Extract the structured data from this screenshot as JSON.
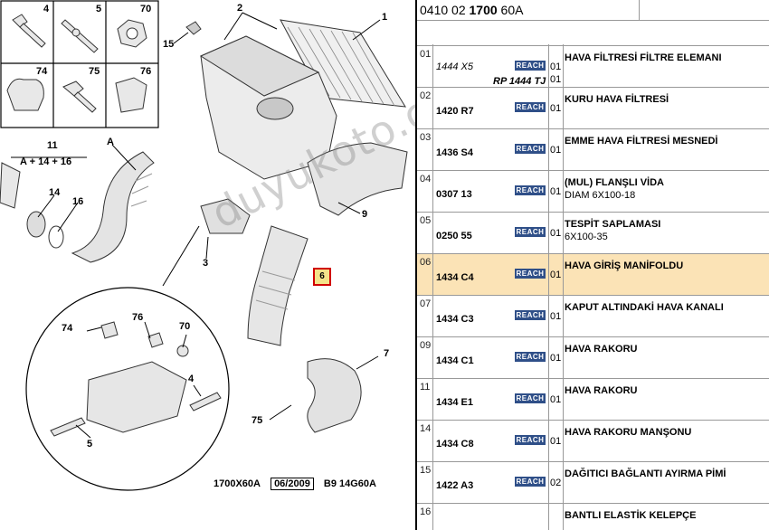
{
  "part_header": {
    "prefix": "0410 02 ",
    "bold": "1700",
    "suffix": " 60A"
  },
  "diagram": {
    "thumbnails": [
      "4",
      "5",
      "70",
      "74",
      "75",
      "76"
    ],
    "callouts": {
      "c1": "1",
      "c2": "2",
      "c3": "3",
      "c4": "4",
      "c5": "5",
      "c7": "7",
      "c9": "9",
      "c11": "11",
      "c11_formula": "A + 14 + 16",
      "c14": "14",
      "c15": "15",
      "c16": "16",
      "cA": "A",
      "c70": "70",
      "c74": "74",
      "c75": "75",
      "c76": "76",
      "hot6": "6"
    },
    "footer": {
      "ref": "1700X60A",
      "date": "06/2009",
      "code": "B9  14G60A"
    },
    "watermark": "duyukoto.com"
  },
  "reach_label": "REACH",
  "rows": [
    {
      "idx": "01",
      "ref": "1444 X5",
      "ref_italic": true,
      "ref2": "RP 1444 TJ",
      "qty": "01",
      "qty2": "01",
      "desc": "HAVA FİLTRESİ FİLTRE ELEMANI",
      "sub": ""
    },
    {
      "idx": "02",
      "ref": "1420 R7",
      "qty": "01",
      "desc": "KURU HAVA FİLTRESİ",
      "sub": ""
    },
    {
      "idx": "03",
      "ref": "1436 S4",
      "qty": "01",
      "desc": "EMME HAVA FİLTRESİ MESNEDİ",
      "sub": ""
    },
    {
      "idx": "04",
      "ref": "0307 13",
      "qty": "01",
      "desc": "(MUL) FLANŞLI VİDA",
      "sub": "DIAM 6X100-18"
    },
    {
      "idx": "05",
      "ref": "0250 55",
      "qty": "01",
      "desc": "TESPİT SAPLAMASI",
      "sub": "6X100-35"
    },
    {
      "idx": "06",
      "ref": "1434 C4",
      "qty": "01",
      "desc": "HAVA GİRİŞ MANİFOLDU",
      "sub": "",
      "selected": true
    },
    {
      "idx": "07",
      "ref": "1434 C3",
      "qty": "01",
      "desc": "KAPUT ALTINDAKİ HAVA KANALI",
      "sub": ""
    },
    {
      "idx": "09",
      "ref": "1434 C1",
      "qty": "01",
      "desc": "HAVA RAKORU",
      "sub": ""
    },
    {
      "idx": "11",
      "ref": "1434 E1",
      "qty": "01",
      "desc": "HAVA RAKORU",
      "sub": ""
    },
    {
      "idx": "14",
      "ref": "1434 C8",
      "qty": "01",
      "desc": "HAVA RAKORU MANŞONU",
      "sub": ""
    },
    {
      "idx": "15",
      "ref": "1422 A3",
      "qty": "02",
      "desc": "DAĞITICI BAĞLANTI AYIRMA PİMİ",
      "sub": ""
    },
    {
      "idx": "16",
      "ref": "",
      "qty": "",
      "desc": "BANTLI ELASTİK KELEPÇE",
      "sub": ""
    }
  ]
}
